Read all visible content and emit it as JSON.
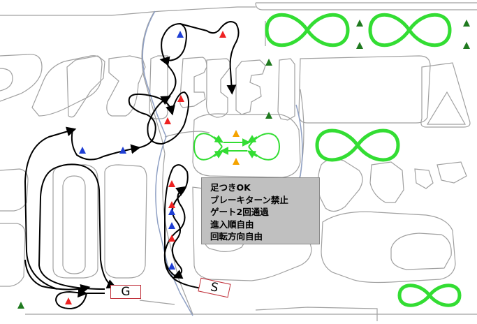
{
  "rules": {
    "lines": [
      "足つきOK",
      "ブレーキターン禁止",
      "ゲート2回通過",
      "進入順自由",
      "回転方向自由"
    ]
  },
  "gates": {
    "start_label": "S",
    "goal_label": "G"
  },
  "colors": {
    "course_outline": "#a0a0a0",
    "route_line": "#000000",
    "figure_eight": "#33dd33",
    "pylon_red": "#ee2222",
    "pylon_blue": "#1f3fd4",
    "pylon_orange": "#f5a300",
    "tree_marker": "#1f7a1f",
    "info_box": "#c0c0c0",
    "gate_border": "#c0303a"
  },
  "icons": {
    "pylon": "triangle-cone-icon",
    "tree": "triangle-tree-icon",
    "arrow": "arrowhead-icon"
  }
}
